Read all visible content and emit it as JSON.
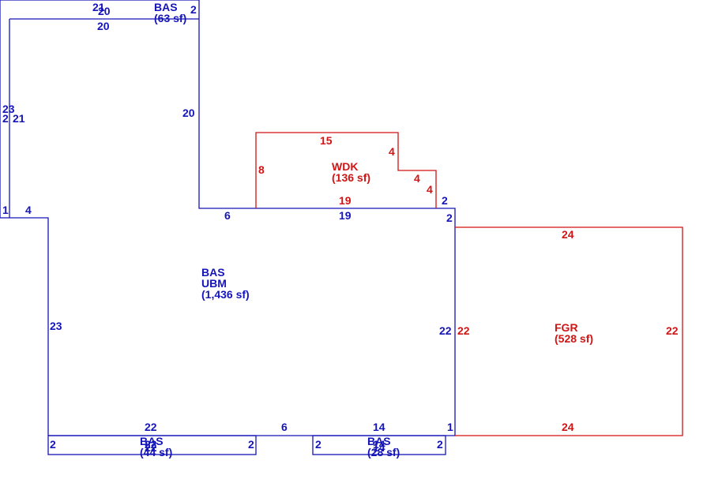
{
  "colors": {
    "main_area": "#1515b8",
    "other_area": "#d01515",
    "background": "#ffffff"
  },
  "areas": {
    "bas_top": {
      "code": "BAS",
      "area": "(63 sf)"
    },
    "main": {
      "code1": "BAS",
      "code2": "UBM",
      "area": "(1,436 sf)"
    },
    "wdk": {
      "code": "WDK",
      "area": "(136 sf)"
    },
    "fgr": {
      "code": "FGR",
      "area": "(528 sf)"
    },
    "bas_bottom_left": {
      "code": "BAS",
      "area": "(44 sf)"
    },
    "bas_bottom_right": {
      "code": "BAS",
      "area": "(28 sf)"
    }
  },
  "dims": {
    "top_21": "21",
    "top_20a": "20",
    "top_2": "2",
    "top_20b": "20",
    "left_23": "23",
    "left_2": "2",
    "left_21": "21",
    "right_20": "20",
    "left_1": "1",
    "left_4": "4",
    "main_6": "6",
    "main_19": "19",
    "main_2a": "2",
    "main_2b": "2",
    "main_23": "23",
    "main_22": "22",
    "main_bottom_22": "22",
    "main_bottom_6": "6",
    "main_bottom_14": "14",
    "main_bottom_1": "1",
    "wdk_15": "15",
    "wdk_8": "8",
    "wdk_4a": "4",
    "wdk_4b": "4",
    "wdk_4c": "4",
    "wdk_19": "19",
    "fgr_top_24": "24",
    "fgr_left_22": "22",
    "fgr_right_22": "22",
    "fgr_bottom_24": "24",
    "bl_left_2": "2",
    "bl_right_2": "2",
    "bl_22a": "22",
    "bl_22b": "22",
    "br_left_2": "2",
    "br_right_2": "2",
    "br_14a": "14",
    "br_14b": "14"
  }
}
